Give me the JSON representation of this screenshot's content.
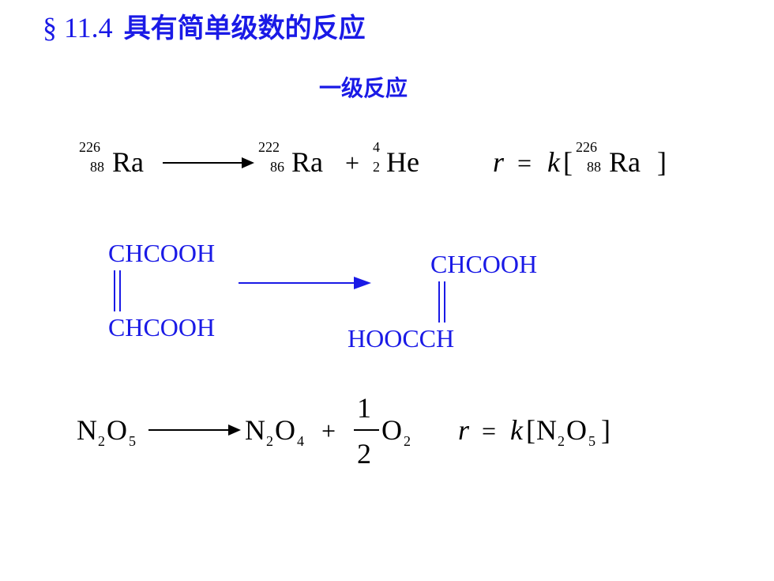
{
  "title": {
    "section": "§ 11.4",
    "heading": "具有简单级数的反应"
  },
  "subtitle": "一级反应",
  "equation1": {
    "reactant": {
      "mass": "226",
      "atomic": "88",
      "symbol": "Ra"
    },
    "product1": {
      "mass": "222",
      "atomic": "86",
      "symbol": "Ra"
    },
    "plus": "+",
    "product2": {
      "mass": "4",
      "atomic": "2",
      "symbol": "He"
    },
    "rate": {
      "r": "r",
      "eq": "=",
      "k": "k",
      "open": "[",
      "mass": "226",
      "atomic": "88",
      "symbol": "Ra",
      "close": "]"
    }
  },
  "isomerization": {
    "reactant_top": "CHCOOH",
    "reactant_bottom": "CHCOOH",
    "product_top": "CHCOOH",
    "product_bottom": "HOOCCH",
    "color": "#1a1ae6"
  },
  "equation2": {
    "reactant": {
      "a": "N",
      "a_sub": "2",
      "b": "O",
      "b_sub": "5"
    },
    "product1": {
      "a": "N",
      "a_sub": "2",
      "b": "O",
      "b_sub": "4"
    },
    "plus": "+",
    "frac_num": "1",
    "frac_den": "2",
    "product2": {
      "b": "O",
      "b_sub": "2"
    },
    "rate": {
      "r": "r",
      "eq": "=",
      "k": "k",
      "open": "[",
      "a": "N",
      "a_sub": "2",
      "b": "O",
      "b_sub": "5",
      "close": "]"
    }
  }
}
